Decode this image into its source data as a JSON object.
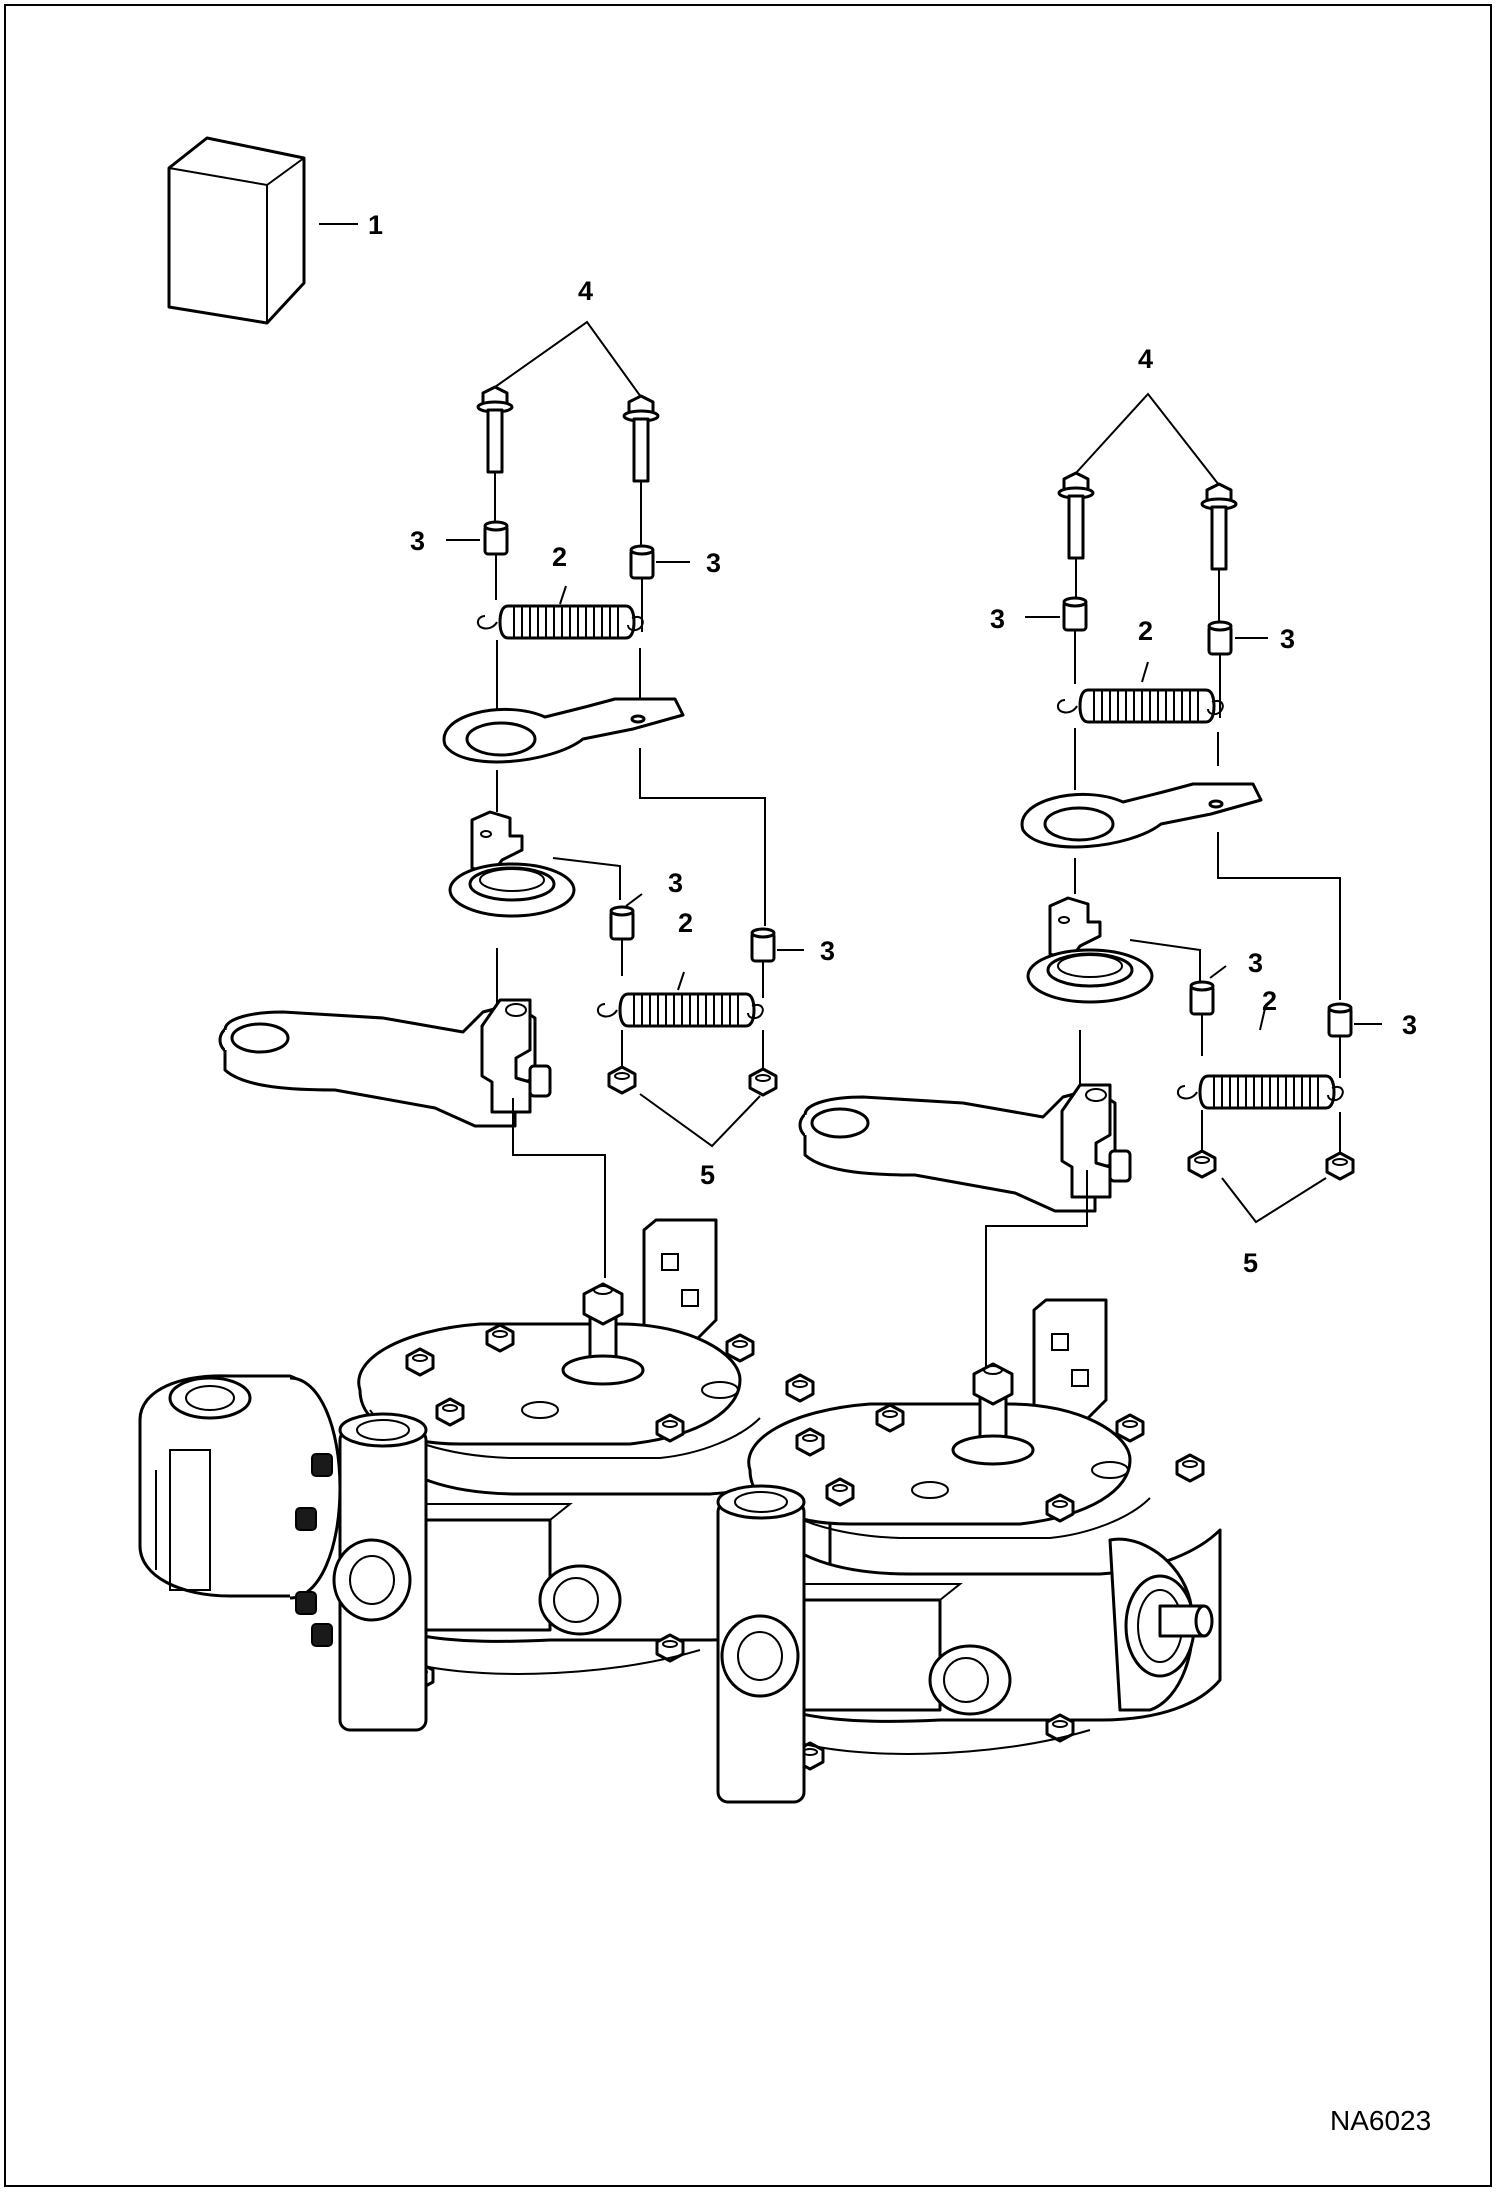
{
  "callouts": {
    "c1": "1",
    "c2": "2",
    "c3": "3",
    "c4": "4",
    "c5": "5"
  },
  "figure_id": "NA6023"
}
